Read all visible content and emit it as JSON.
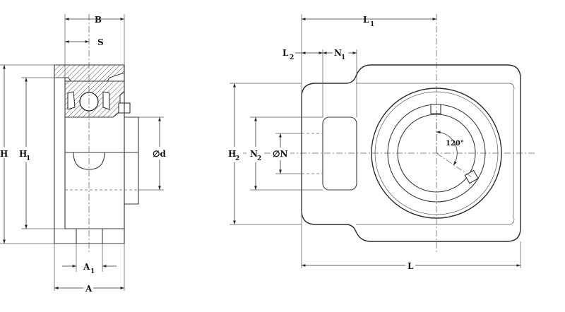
{
  "labels": {
    "B": "B",
    "S": "S",
    "H": "H",
    "H1_main": "H",
    "H1_sub": "1",
    "d": "∅d",
    "A1_main": "A",
    "A1_sub": "1",
    "A": "A",
    "L1_main": "L",
    "L1_sub": "1",
    "L2_main": "L",
    "L2_sub": "2",
    "N1_main": "N",
    "N1_sub": "1",
    "H2_main": "H",
    "H2_sub": "2",
    "N2_main": "N",
    "N2_sub": "2",
    "N": "∅N",
    "angle": "120°",
    "L": "L"
  }
}
